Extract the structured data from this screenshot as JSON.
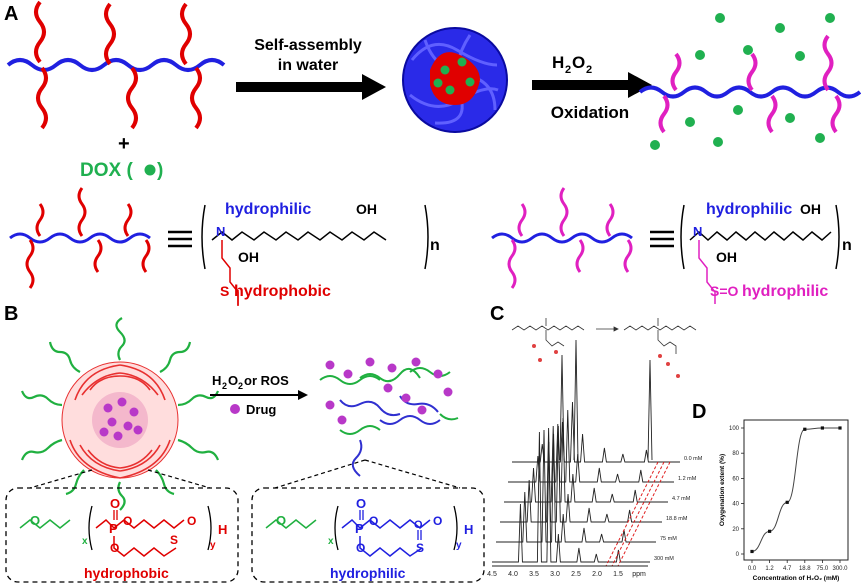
{
  "panel_a": {
    "label": "A",
    "arrow1_line1": "Self-assembly",
    "arrow1_line2": "in water",
    "arrow2_top": "H",
    "arrow2_top_sub": "2",
    "arrow2_top_mid": "O",
    "arrow2_top_sub2": "2",
    "arrow2_bottom": "Oxidation",
    "plus": "+",
    "dox": "DOX (",
    "dox_close": ")",
    "left_struct": {
      "hydrophilic": "hydrophilic",
      "oh1": "OH",
      "oh2": "OH",
      "n": "N",
      "s": "S",
      "hydrophobic": "hydrophobic",
      "sub": "n"
    },
    "right_struct": {
      "hydrophilic": "hydrophilic",
      "oh1": "OH",
      "oh2": "OH",
      "n": "N",
      "s": "S=O",
      "hydrophilic2": "hydrophilic",
      "sub": "n"
    },
    "colors": {
      "backbone": "#2020e0",
      "hydrophobic": "#e00000",
      "hydrophilic_side": "#e020c0",
      "dox": "#20b050"
    }
  },
  "panel_b": {
    "label": "B",
    "arrow_top": "H",
    "arrow_sub": "2",
    "arrow_mid": "O",
    "arrow_sub2": "2",
    "arrow_rest": " or ROS",
    "drug": "Drug",
    "left_caption": "hydrophobic",
    "right_caption": "hydrophilic",
    "atoms": {
      "o": "O",
      "p": "P",
      "h": "H",
      "s": "S",
      "x": "x",
      "y": "y"
    }
  },
  "panel_c": {
    "label": "C",
    "x_ticks": [
      "4.5",
      "4.0",
      "3.5",
      "3.0",
      "2.5",
      "2.0",
      "1.5",
      "ppm"
    ],
    "conc_labels": [
      "0.0 mM",
      "1.2 mM",
      "4.7 mM",
      "18.8 mM",
      "75 mM",
      "300 mM"
    ]
  },
  "panel_d": {
    "label": "D",
    "chart_data": {
      "type": "line",
      "title": "",
      "xlabel": "Concentration of H₂O₂ (mM)",
      "ylabel": "Oxygenation extent (%)",
      "categories": [
        "0.0",
        "1.2",
        "4.7",
        "18.8",
        "75.0",
        "300.0"
      ],
      "values": [
        2,
        18,
        41,
        99,
        100,
        100
      ],
      "ylim": [
        0,
        100
      ],
      "yticks": [
        "0",
        "20",
        "40",
        "60",
        "80",
        "100"
      ]
    }
  }
}
